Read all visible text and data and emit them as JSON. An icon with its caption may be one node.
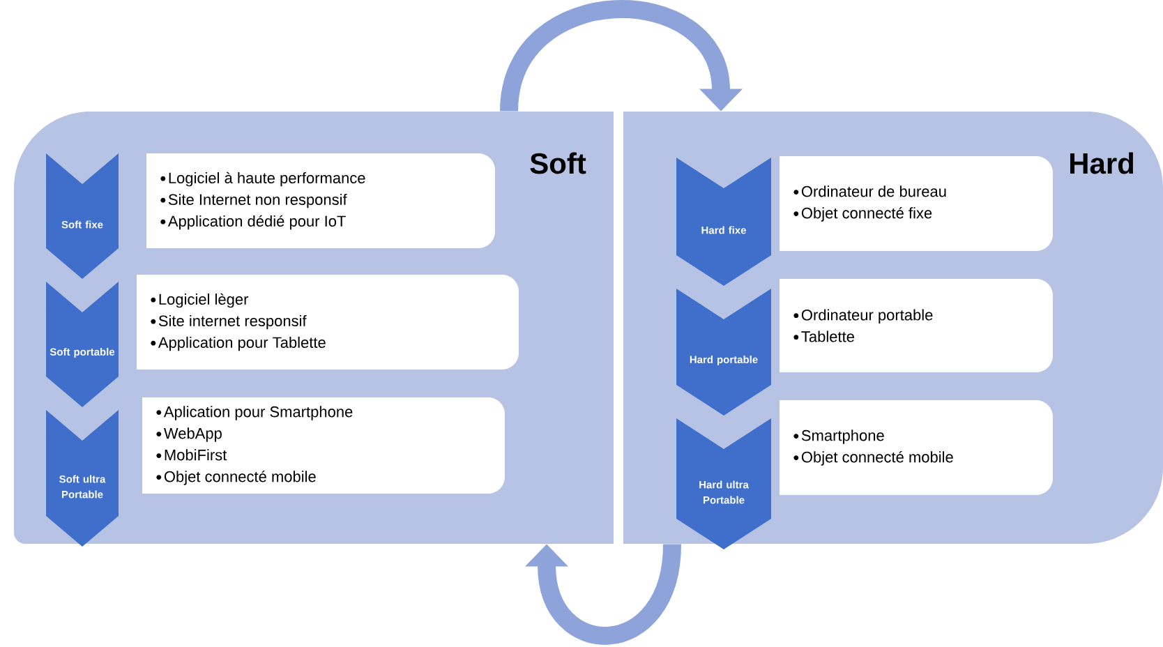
{
  "diagram": {
    "nodes": [
      {
        "text": [
          "Soft"
        ]
      },
      {
        "text": [
          "Soft fixe"
        ],
        "in": 0
      },
      {
        "text": [
          "Logiciel à haute performance",
          "Site Internet non responsif",
          "Application dédié pour IoT"
        ],
        "in": 0
      },
      {
        "text": [
          "Soft portable"
        ],
        "in": 0
      },
      {
        "text": [
          "Logiciel lèger",
          "Site internet responsif",
          "Application pour Tablette"
        ],
        "in": 0
      },
      {
        "text": [
          "Soft ultra Portable"
        ],
        "in": 0
      },
      {
        "text": [
          "Aplication pour Smartphone",
          "WebApp",
          "MobiFirst",
          "Objet connecté mobile"
        ],
        "in": 0
      },
      {
        "text": [
          "Hard"
        ]
      },
      {
        "text": [
          "Hard fixe"
        ],
        "in": 7
      },
      {
        "text": [
          "Ordinateur de bureau",
          "Objet connecté fixe"
        ],
        "in": 7
      },
      {
        "text": [
          "Hard portable"
        ],
        "in": 7
      },
      {
        "text": [
          "Ordinateur portable",
          "Tablette"
        ],
        "in": 7
      },
      {
        "text": [
          "Hard ultra Portable"
        ],
        "in": 7
      },
      {
        "text": [
          "Smartphone",
          "Objet connecté mobile"
        ],
        "in": 7
      }
    ],
    "edges": [
      {
        "from": 0,
        "to": 7,
        "arrow": "to"
      },
      {
        "from": 7,
        "to": 0,
        "arrow": "to"
      }
    ]
  }
}
